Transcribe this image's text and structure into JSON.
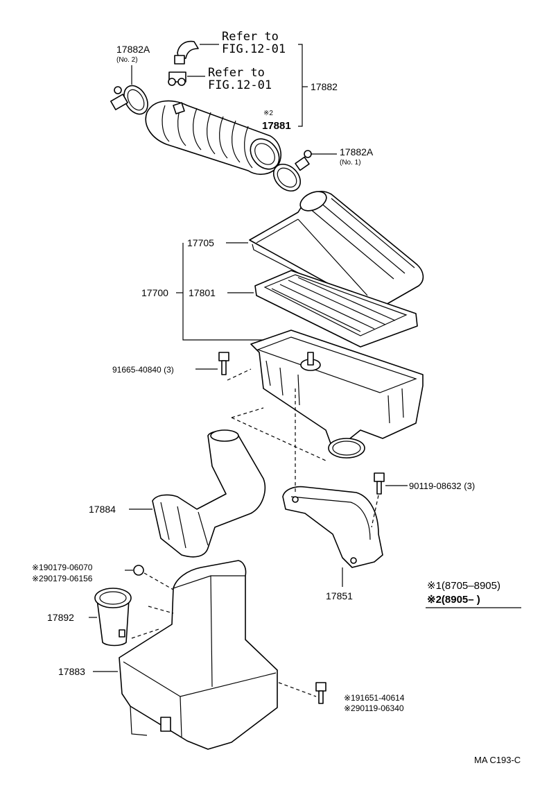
{
  "diagram": {
    "parts": {
      "p17882A_no2": {
        "number": "17882A",
        "sub": "(No. 2)"
      },
      "p17882A_no1": {
        "number": "17882A",
        "sub": "(No. 1)"
      },
      "p17882": {
        "number": "17882"
      },
      "p17881": {
        "mark": "※2",
        "number": "17881"
      },
      "p17705": {
        "number": "17705"
      },
      "p17801": {
        "number": "17801"
      },
      "p17700": {
        "number": "17700"
      },
      "p91665": {
        "number": "91665-40840 (3)"
      },
      "p90119_08632": {
        "number": "90119-08632 (3)"
      },
      "p17884": {
        "number": "17884"
      },
      "p17851": {
        "number": "17851"
      },
      "p17892": {
        "number": "17892"
      },
      "p17883": {
        "number": "17883"
      },
      "p90179_a": {
        "number": "※190179-06070"
      },
      "p90179_b": {
        "number": "※290179-06156"
      },
      "p91651": {
        "number": "※191651-40614"
      },
      "p90119_06340": {
        "number": "※290119-06340"
      }
    },
    "refs": [
      {
        "line1": "Refer to",
        "line2": "FIG.12-01"
      },
      {
        "line1": "Refer to",
        "line2": "FIG.12-01"
      }
    ],
    "legend": [
      {
        "text": "※1(8705–8905)"
      },
      {
        "text": "※2(8905–      )"
      }
    ],
    "figure_code": "MA C193-C"
  }
}
